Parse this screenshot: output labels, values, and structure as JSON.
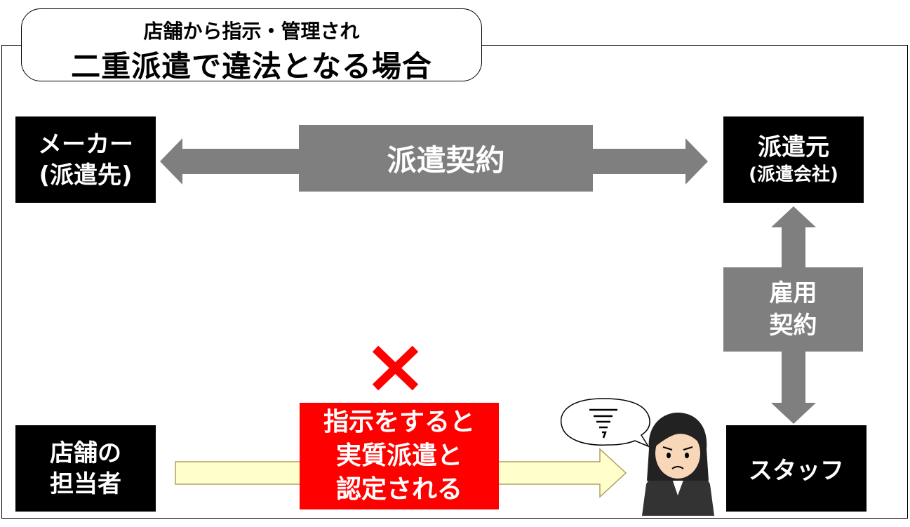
{
  "title": {
    "line1": "店舗から指示・管理され",
    "line2": "二重派遣で違法となる場合"
  },
  "nodes": {
    "maker": {
      "line1": "メーカー",
      "line2": "(派遣先)"
    },
    "dispatcher": {
      "line1": "派遣元",
      "line2": "(派遣会社)"
    },
    "store": {
      "line1": "店舗の",
      "line2": "担当者"
    },
    "staff": {
      "line1": "スタッフ"
    }
  },
  "arrows": {
    "dispatch_contract": "派遣契約",
    "employment_contract": {
      "line1": "雇用",
      "line2": "契約"
    }
  },
  "warning": {
    "line1": "指示をすると",
    "line2": "実質派遣と",
    "line3": "認定される",
    "icon": "cross-mark-icon"
  },
  "colors": {
    "node_bg": "#000000",
    "arrow_gray": "#7f7f7f",
    "warning_red": "#ff0000",
    "yellow_arrow": "#ffffcc"
  }
}
